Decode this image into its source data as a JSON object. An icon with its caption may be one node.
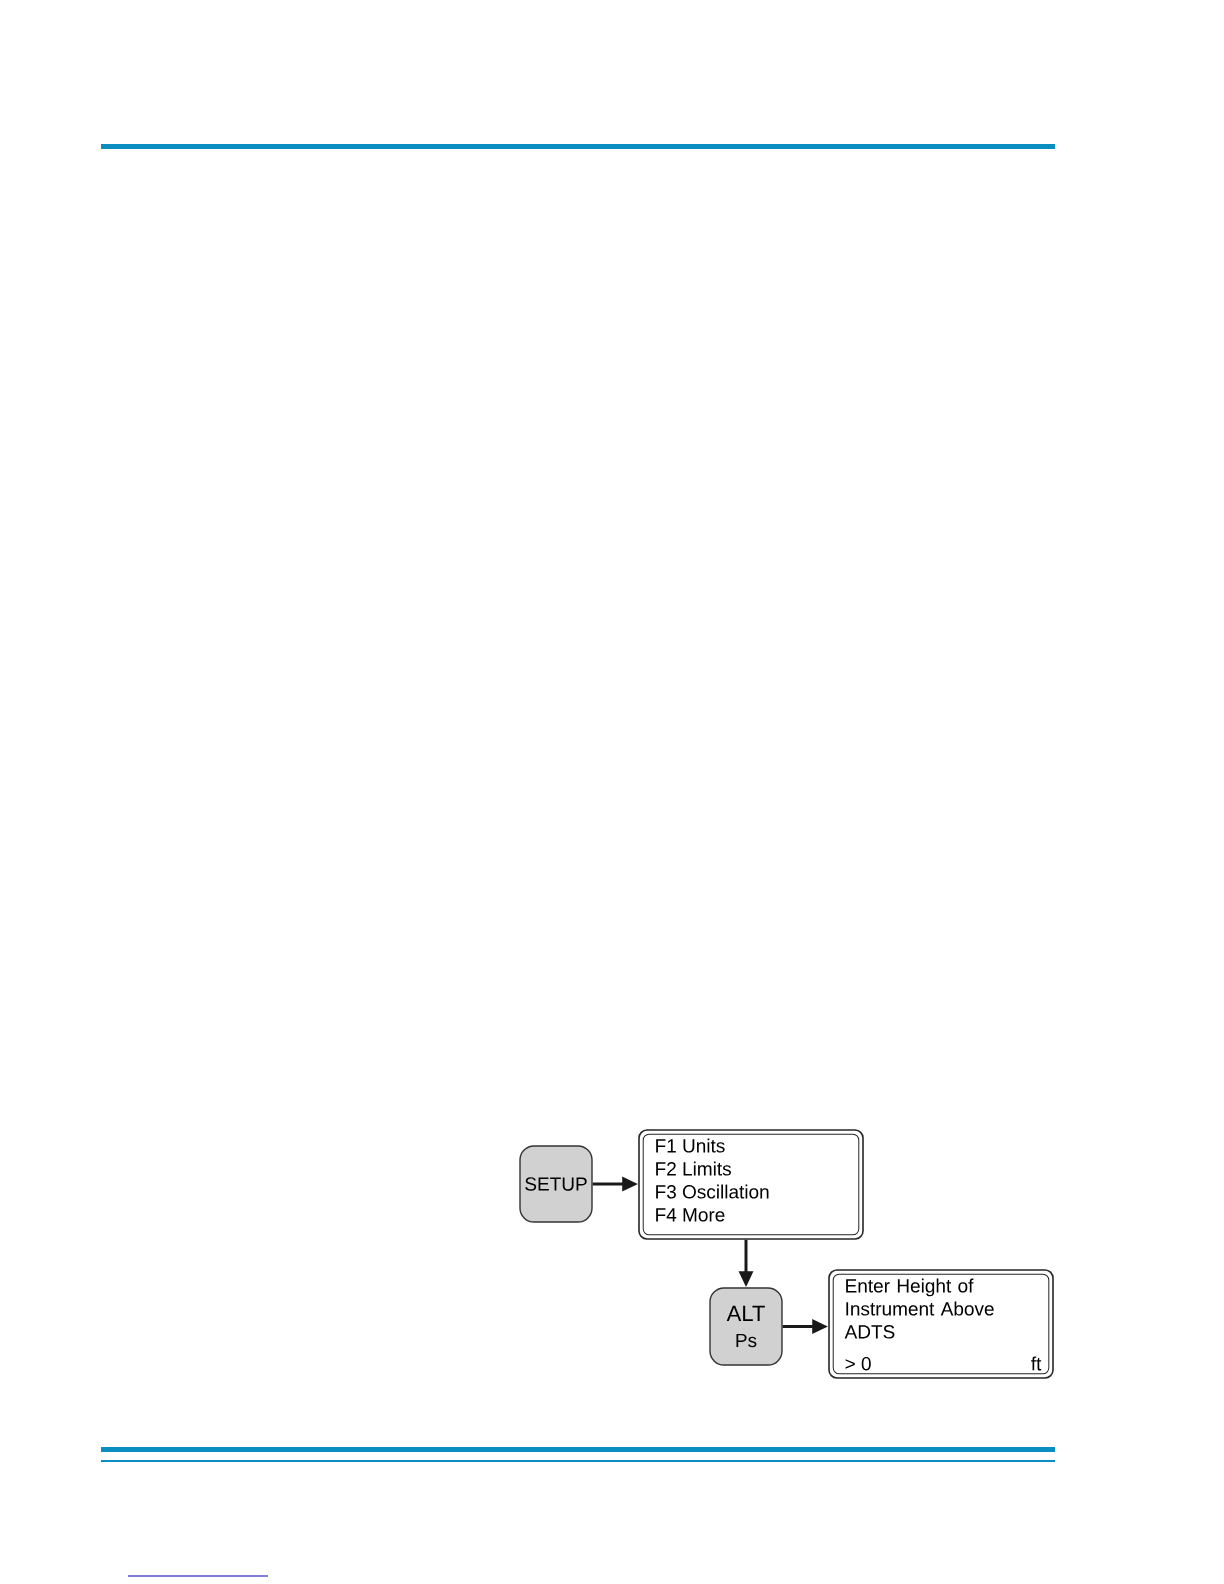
{
  "diagram": {
    "nodes": [
      {
        "text": [
          "SETUP"
        ]
      },
      {
        "text": [
          "F1   Units",
          "F2   Limits",
          "F3   Oscillation",
          "F4   More"
        ]
      },
      {
        "text": [
          "ALT",
          "Ps"
        ]
      },
      {
        "text": [
          "Enter Height of Instrument Above ADTS",
          "> 0",
          "ft"
        ]
      }
    ],
    "edges": [
      {
        "from": 0,
        "to": 1,
        "arrow": "to"
      },
      {
        "from": 1,
        "to": 2,
        "arrow": "to"
      },
      {
        "from": 2,
        "to": 3,
        "arrow": "to"
      }
    ]
  }
}
